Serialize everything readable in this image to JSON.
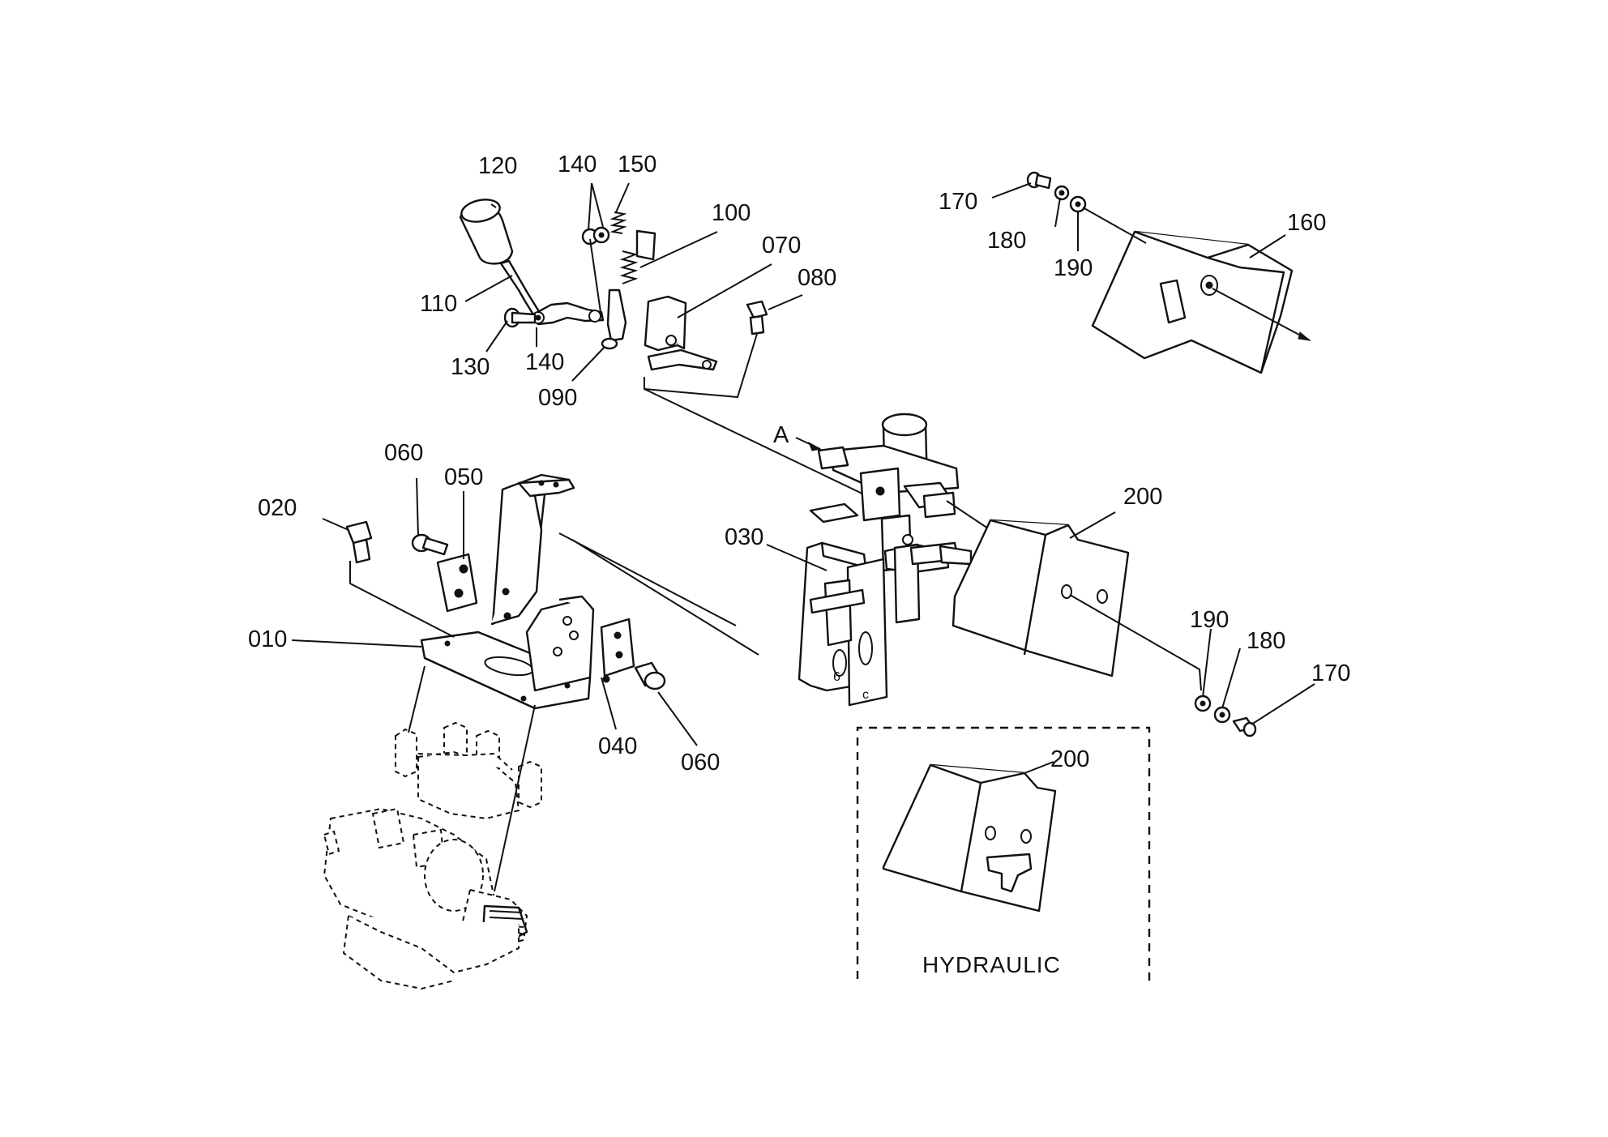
{
  "labels": {
    "p010": "010",
    "p020": "020",
    "p030": "030",
    "p040": "040",
    "p050": "050",
    "p060a": "060",
    "p060b": "060",
    "p070": "070",
    "p080": "080",
    "p090": "090",
    "p100": "100",
    "p110": "110",
    "p120": "120",
    "p130": "130",
    "p140a": "140",
    "p140b": "140",
    "p150": "150",
    "p160": "160",
    "p170a": "170",
    "p170b": "170",
    "p180a": "180",
    "p180b": "180",
    "p190a": "190",
    "p190b": "190",
    "p200a": "200",
    "p200b": "200",
    "view_a": "A"
  },
  "inset": {
    "caption": "HYDRAULIC"
  }
}
